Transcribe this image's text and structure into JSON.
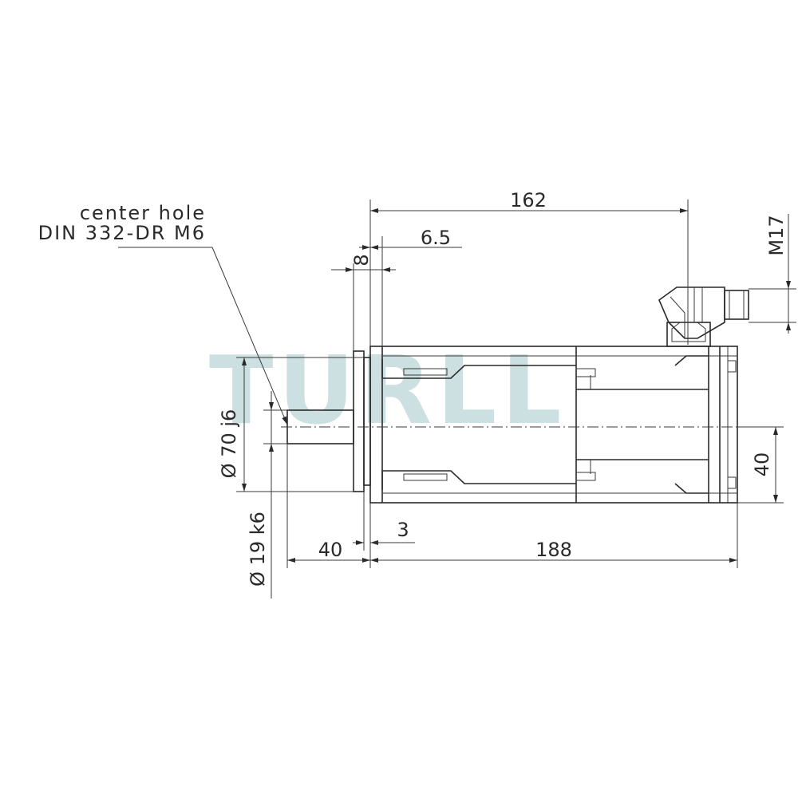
{
  "watermark": "TURLL",
  "note": {
    "line1": "center hole",
    "line2": "DIN 332-DR M6"
  },
  "dimensions": {
    "overall_length": "162",
    "flange_offset": "6.5",
    "flange_width": "8",
    "connector_thread": "M17",
    "pilot_diameter": "Ø 70 j6",
    "shaft_diameter": "Ø 19 k6",
    "shaft_length": "40",
    "pilot_depth": "3",
    "body_length": "188",
    "axis_offset": "40"
  },
  "colors": {
    "line": "#2a2a2a",
    "watermark": "#aeced0"
  }
}
